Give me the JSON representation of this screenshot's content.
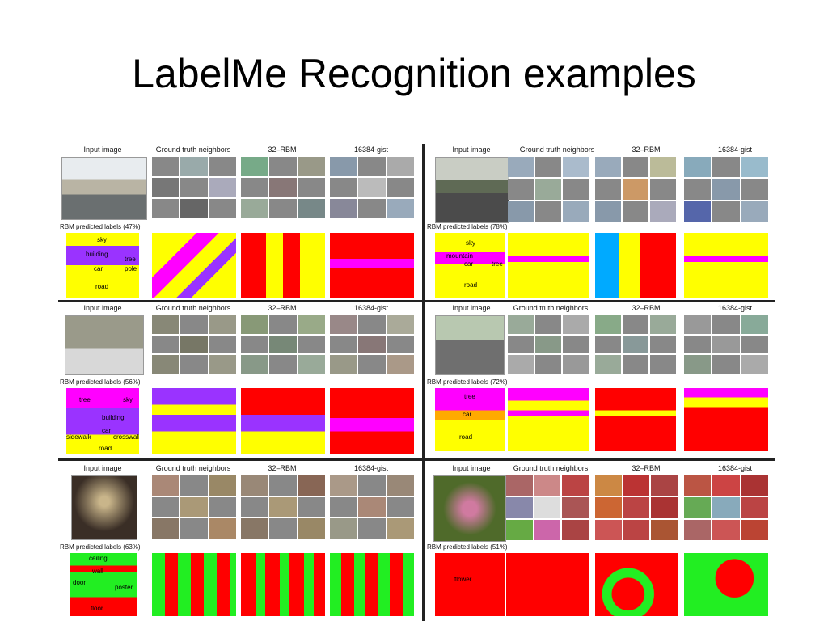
{
  "slide": {
    "title": "LabelMe Recognition examples"
  },
  "columns": [
    "Input image",
    "Ground truth neighbors",
    "32–RBM",
    "16384-gist"
  ],
  "panels": [
    {
      "pred_caption": "RBM predicted labels (47%)",
      "labels": [
        "sky",
        "building",
        "tree",
        "car",
        "pole",
        "road"
      ]
    },
    {
      "pred_caption": "RBM predicted labels (78%)",
      "labels": [
        "sky",
        "mountain",
        "car",
        "tree",
        "road"
      ]
    },
    {
      "pred_caption": "RBM predicted labels (56%)",
      "labels": [
        "tree",
        "sky",
        "building",
        "car",
        "sidewalk",
        "crosswalk",
        "road"
      ]
    },
    {
      "pred_caption": "RBM predicted labels (72%)",
      "labels": [
        "tree",
        "car",
        "road"
      ]
    },
    {
      "pred_caption": "RBM predicted labels (63%)",
      "labels": [
        "ceiling",
        "wall",
        "door",
        "poster",
        "floor"
      ]
    },
    {
      "pred_caption": "RBM predicted labels (51%)",
      "labels": [
        "flower"
      ]
    }
  ],
  "colors": {
    "yellow": "#ffff00",
    "magenta": "#ff00ff",
    "red": "#ff0000",
    "purple": "#9a33ff",
    "green": "#22ee22",
    "cyan": "#00ffff"
  }
}
